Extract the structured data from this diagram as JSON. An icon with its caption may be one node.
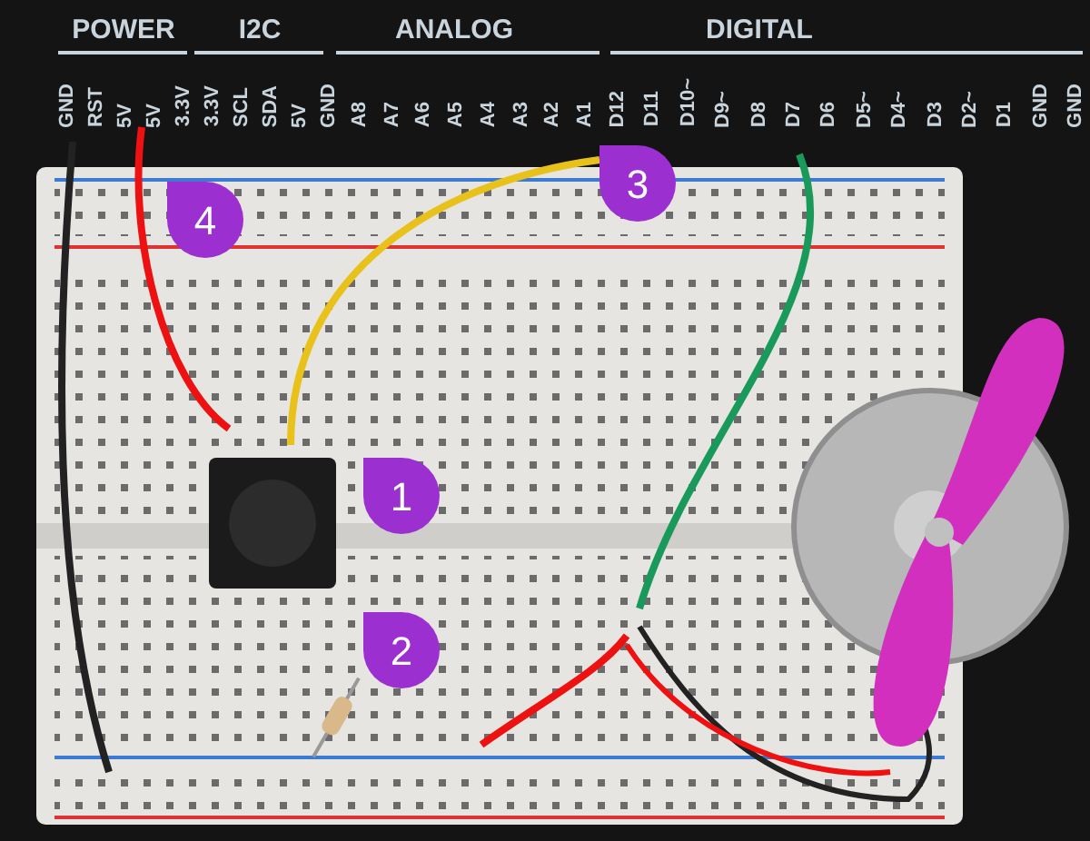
{
  "diagram": {
    "labels": [
      "POWER",
      "I2C",
      "ANALOG",
      "DIGITAL",
      "GND",
      "RST",
      "5V",
      "5V",
      "3.3V",
      "3.3V",
      "SCL",
      "SDA",
      "5V",
      "GND",
      "A8",
      "A7",
      "A6",
      "A5",
      "A4",
      "A3",
      "A2",
      "A1",
      "D12",
      "D11",
      "D10~",
      "D9~",
      "D8",
      "D7",
      "D6",
      "D5~",
      "D4~",
      "D3",
      "D2~",
      "D1",
      "GND",
      "GND",
      "3",
      "4",
      "1",
      "2"
    ]
  }
}
